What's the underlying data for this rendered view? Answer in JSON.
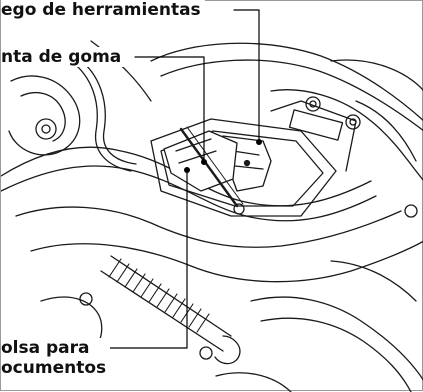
{
  "callouts": {
    "tool_kit": "ego de herramientas",
    "rubber_band": "nta de goma",
    "document_bag_line1": "olsa para",
    "document_bag_line2": "ocumentos"
  }
}
